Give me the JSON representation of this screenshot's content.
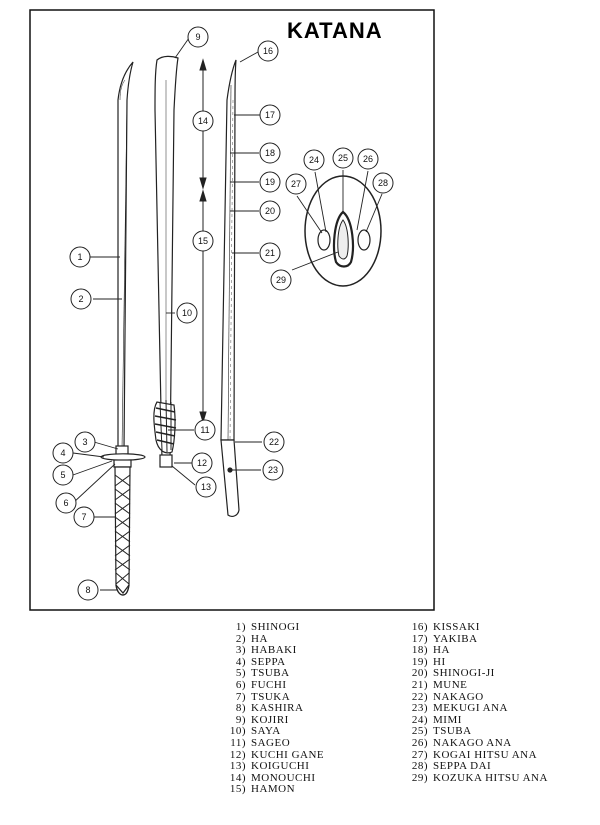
{
  "title": "KATANA",
  "callouts": [
    "1",
    "2",
    "3",
    "4",
    "5",
    "6",
    "7",
    "8",
    "9",
    "10",
    "11",
    "12",
    "13",
    "14",
    "15",
    "16",
    "17",
    "18",
    "19",
    "20",
    "21",
    "22",
    "23",
    "24",
    "25",
    "26",
    "27",
    "28",
    "29"
  ],
  "legend_left": [
    {
      "num": "1)",
      "label": "SHINOGI"
    },
    {
      "num": "2)",
      "label": "HA"
    },
    {
      "num": "3)",
      "label": "HABAKI"
    },
    {
      "num": "4)",
      "label": "SEPPA"
    },
    {
      "num": "5)",
      "label": "TSUBA"
    },
    {
      "num": "6)",
      "label": "FUCHI"
    },
    {
      "num": "7)",
      "label": "TSUKA"
    },
    {
      "num": "8)",
      "label": "KASHIRA"
    },
    {
      "num": "9)",
      "label": "KOJIRI"
    },
    {
      "num": "10)",
      "label": "SAYA"
    },
    {
      "num": "11)",
      "label": "SAGEO"
    },
    {
      "num": "12)",
      "label": "KUCHI GANE"
    },
    {
      "num": "13)",
      "label": "KOIGUCHI"
    },
    {
      "num": "14)",
      "label": "MONOUCHI"
    },
    {
      "num": "15)",
      "label": "HAMON"
    }
  ],
  "legend_right": [
    {
      "num": "16)",
      "label": "KISSAKI"
    },
    {
      "num": "17)",
      "label": "YAKIBA"
    },
    {
      "num": "18)",
      "label": "HA"
    },
    {
      "num": "19)",
      "label": "HI"
    },
    {
      "num": "20)",
      "label": "SHINOGI-JI"
    },
    {
      "num": "21)",
      "label": "MUNE"
    },
    {
      "num": "22)",
      "label": "NAKAGO"
    },
    {
      "num": "23)",
      "label": "MEKUGI ANA"
    },
    {
      "num": "24)",
      "label": "MIMI"
    },
    {
      "num": "25)",
      "label": "TSUBA"
    },
    {
      "num": "26)",
      "label": "NAKAGO ANA"
    },
    {
      "num": "27)",
      "label": "KOGAI HITSU ANA"
    },
    {
      "num": "28)",
      "label": "SEPPA DAI"
    },
    {
      "num": "29)",
      "label": "KOZUKA HITSU ANA"
    }
  ]
}
